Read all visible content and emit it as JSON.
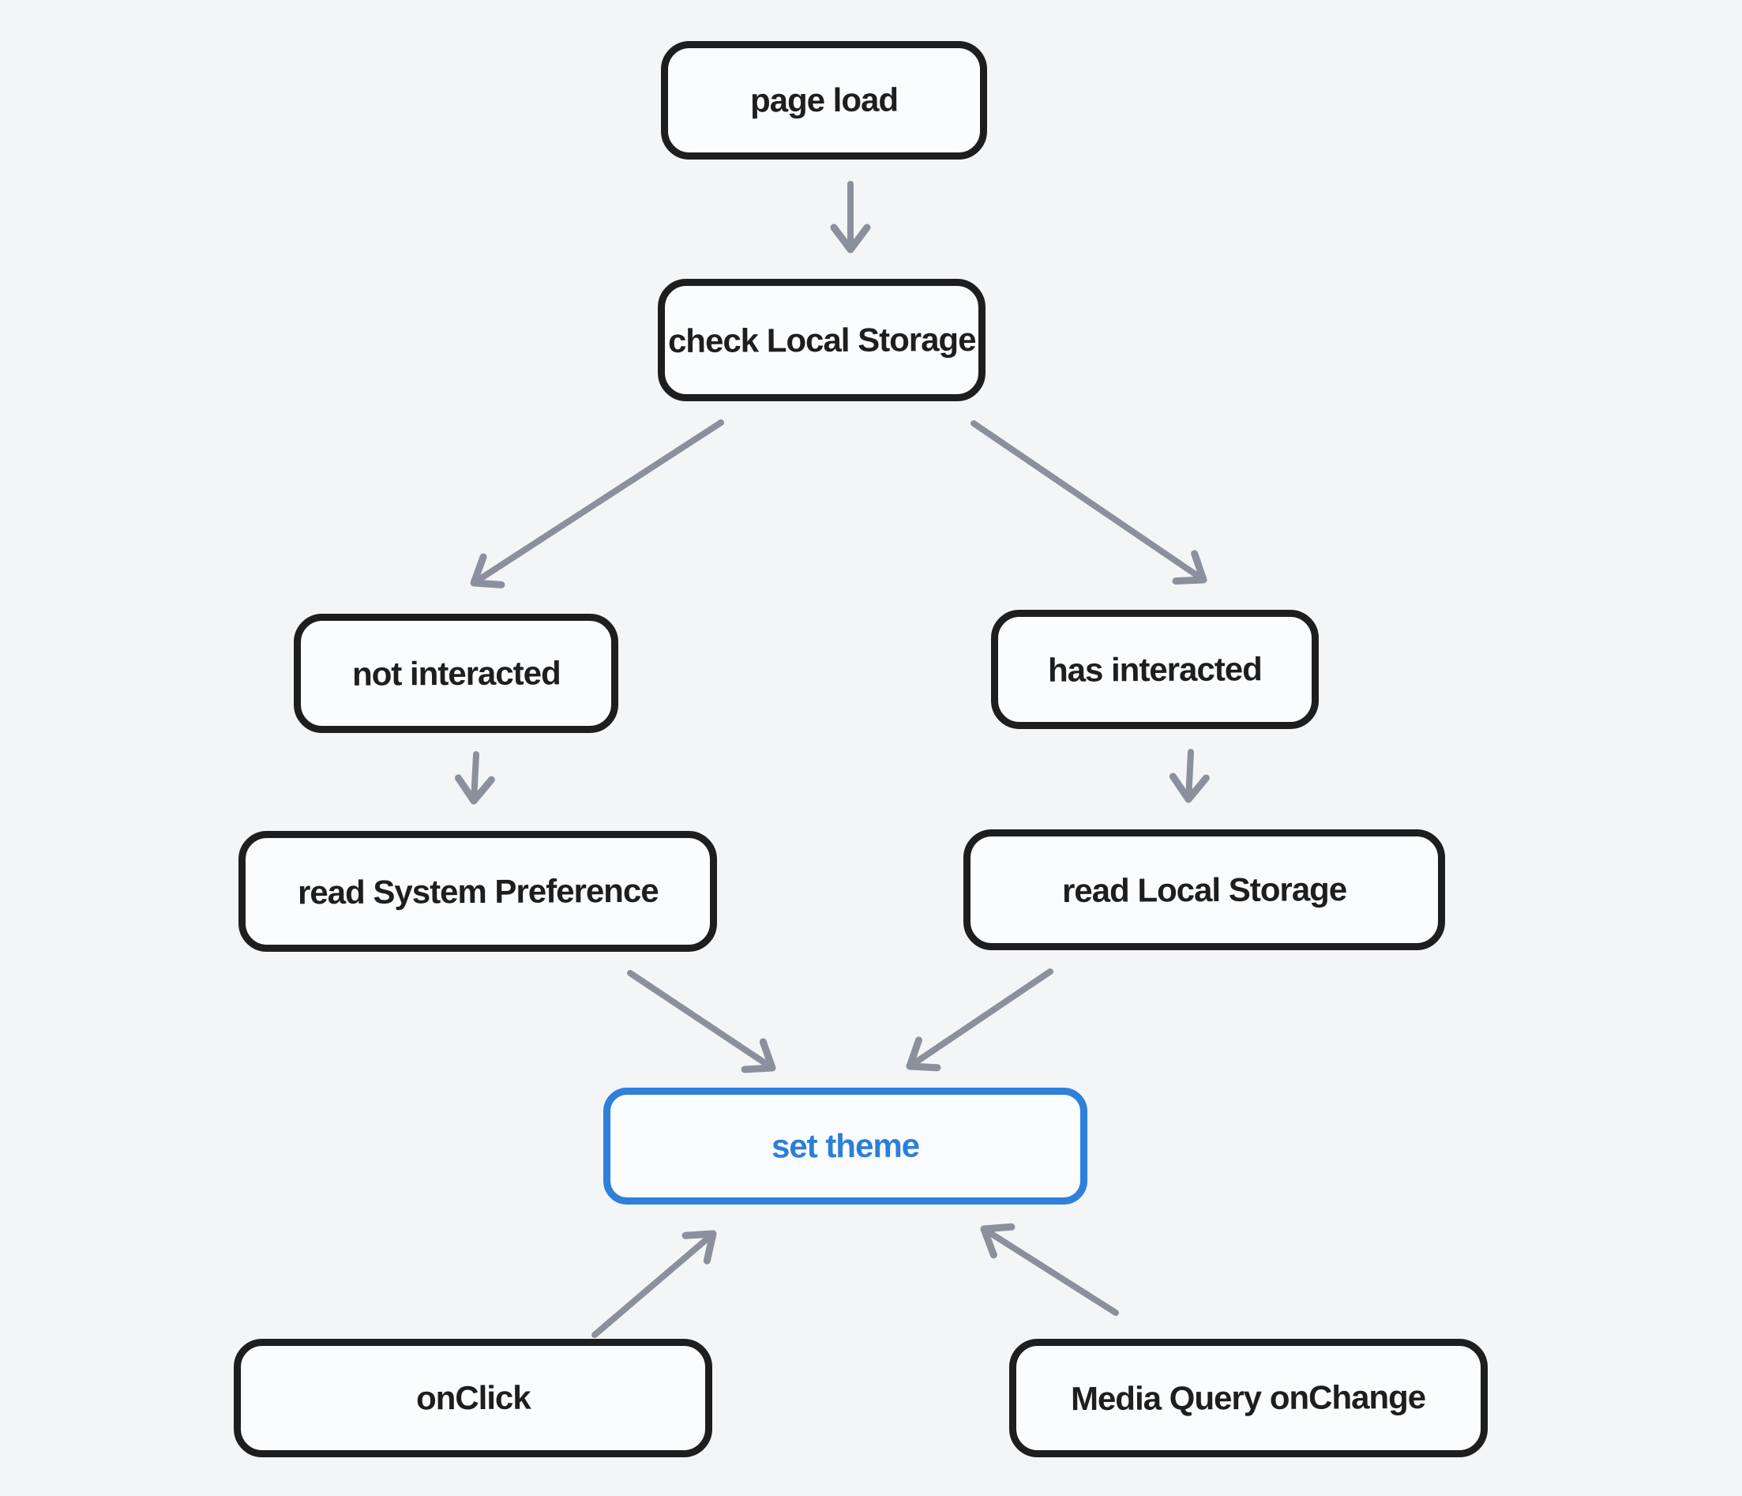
{
  "diagram": {
    "title": "theme selection flowchart",
    "background_color": "#f4f5f7",
    "colors": {
      "node_stroke": "#1e1e1e",
      "node_fill": "#fbfcfd",
      "node_text": "#1e1e1e",
      "accent_stroke": "#2f80d9",
      "accent_text": "#2b7fd9",
      "arrow": "#8a919c"
    },
    "nodes": {
      "page_load": {
        "label": "page load"
      },
      "check_local_storage": {
        "label": "check Local Storage"
      },
      "not_interacted": {
        "label": "not interacted"
      },
      "has_interacted": {
        "label": "has interacted"
      },
      "read_system_preference": {
        "label": "read System Preference"
      },
      "read_local_storage": {
        "label": "read Local Storage"
      },
      "set_theme": {
        "label": "set theme",
        "accent": true
      },
      "on_click": {
        "label": "onClick"
      },
      "media_query_onchange": {
        "label": "Media Query onChange"
      }
    },
    "edges": [
      {
        "from": "page load",
        "to": "check Local Storage"
      },
      {
        "from": "check Local Storage",
        "to": "not interacted"
      },
      {
        "from": "check Local Storage",
        "to": "has interacted"
      },
      {
        "from": "not interacted",
        "to": "read System Preference"
      },
      {
        "from": "has interacted",
        "to": "read Local Storage"
      },
      {
        "from": "read System Preference",
        "to": "set theme"
      },
      {
        "from": "read Local Storage",
        "to": "set theme"
      },
      {
        "from": "onClick",
        "to": "set theme"
      },
      {
        "from": "Media Query onChange",
        "to": "set theme"
      }
    ]
  }
}
